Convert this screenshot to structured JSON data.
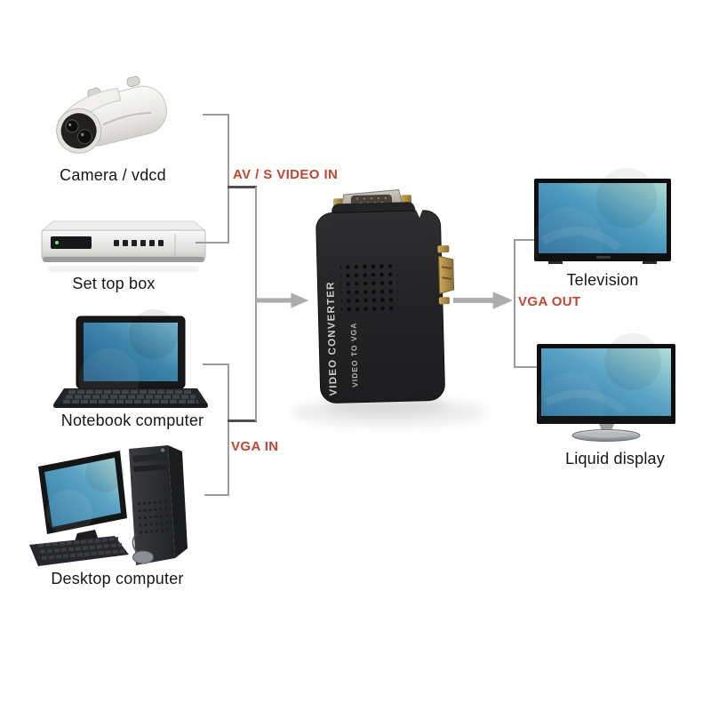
{
  "page": {
    "background": "#ffffff"
  },
  "colors": {
    "label_text": "#161616",
    "io_label_red": "#c3452f",
    "line_gray": "#9b9b9b",
    "connector_dark": "#4f4f4f",
    "arrow_gray": "#abadac",
    "device_body_black": "#242426",
    "screen_blue_dark": "#2a6f9c",
    "screen_blue_light": "#abdcd4",
    "vga_gold": "#b3914c",
    "vga_silver": "#b9b4ab"
  },
  "sources": {
    "camera": {
      "label": "Camera / vdcd"
    },
    "set_top_box": {
      "label": "Set top box"
    },
    "notebook": {
      "label": "Notebook computer"
    },
    "desktop": {
      "label": "Desktop computer"
    }
  },
  "converter": {
    "name_line1": "VIDEO CONVERTER",
    "name_line2": "VIDEO TO VGA"
  },
  "outputs": {
    "television": {
      "label": "Television"
    },
    "liquid_display": {
      "label": "Liquid display"
    }
  },
  "connections": {
    "av_s_video_in": "AV / S VIDEO IN",
    "vga_in": "VGA IN",
    "vga_out": "VGA OUT"
  }
}
